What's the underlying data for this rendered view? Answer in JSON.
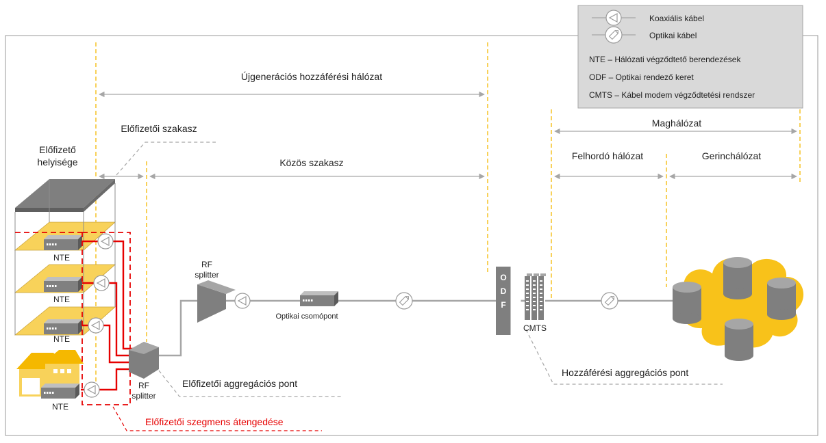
{
  "legend": {
    "coax": "Koaxiális kábel",
    "optical": "Optikai kábel",
    "nte": "NTE – Hálózati végződtető berendezések",
    "odf": "ODF – Optikai rendező keret",
    "cmts": "CMTS – Kábel modem végződtetési rendszer"
  },
  "labels": {
    "ngan": "Újgenerációs hozzáférési hálózat",
    "subscriber_section": "Előfizetői szakasz",
    "subscriber_premises_1": "Előfizető",
    "subscriber_premises_2": "helyisége",
    "shared_section": "Közös szakasz",
    "core": "Maghálózat",
    "backhaul": "Felhordó hálózat",
    "backbone": "Gerinchálózat",
    "rf_splitter_1a": "RF",
    "rf_splitter_1b": "splitter",
    "rf_splitter_2a": "RF",
    "rf_splitter_2b": "splitter",
    "optical_node": "Optikai csomópont",
    "odf_o": "O",
    "odf_d": "D",
    "odf_f": "F",
    "cmts": "CMTS",
    "subscriber_aggregation": "Előfizetői aggregációs pont",
    "access_aggregation": "Hozzáférési aggregációs pont",
    "unbundling": "Előfizetői szegmens átengedése",
    "nte_1": "NTE",
    "nte_2": "NTE",
    "nte_3": "NTE",
    "nte_4": "NTE"
  },
  "colors": {
    "boundary": "#f5b800",
    "red": "#e60000",
    "cable": "#a6a6a6",
    "floor": "#f8d25a",
    "cloud": "#f8c21a",
    "device": "#7f7f7f",
    "legend_bg": "#d9d9d9"
  }
}
